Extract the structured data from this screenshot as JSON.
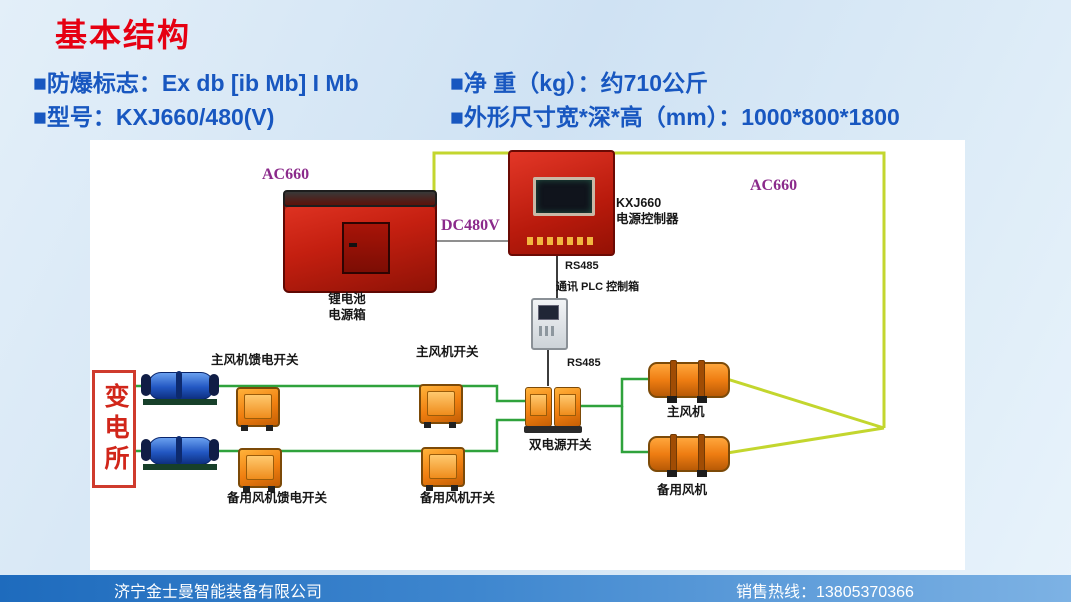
{
  "slide": {
    "title": "基本结构",
    "specs": {
      "explosion_mark": "■防爆标志：Ex db [ib Mb] I Mb",
      "net_weight": "■净 重（kg）：约710公斤",
      "model": "■型号：KXJ660/480(V)",
      "dimensions": "■外形尺寸宽*深*高（mm）：1000*800*1800"
    }
  },
  "diagram": {
    "ac660_left": "AC660",
    "ac660_right": "AC660",
    "dc480v": "DC480V",
    "controller_label": "KXJ660\n电源控制器",
    "battery_label": "锂电池\n电源箱",
    "rs485_top": "RS485",
    "rs485_bottom": "RS485",
    "plc_label": "通讯 PLC 控制箱",
    "substation_label": "变电所",
    "main_fan_feed_switch_label": "主风机馈电开关",
    "main_fan_switch_label": "主风机开关",
    "dual_power_switch_label": "双电源开关",
    "backup_fan_feed_switch_label": "备用风机馈电开关",
    "backup_fan_switch_label": "备用风机开关",
    "main_fan_label": "主风机",
    "backup_fan_label": "备用风机"
  },
  "footer": {
    "company": "济宁金士曼智能装备有限公司",
    "hotline": "销售热线：13805370366"
  },
  "colors": {
    "title_red": "#e60012",
    "spec_blue": "#1857c0",
    "ac_line_yellow_green": "#c3d62e",
    "power_line_green": "#2fa23c",
    "rs485_line": "#3c3c3c",
    "footer_blue": "#1e6bbd",
    "device_red": "#b81a0c",
    "switch_orange": "#f07f10",
    "coupler_blue": "#2257c2"
  }
}
